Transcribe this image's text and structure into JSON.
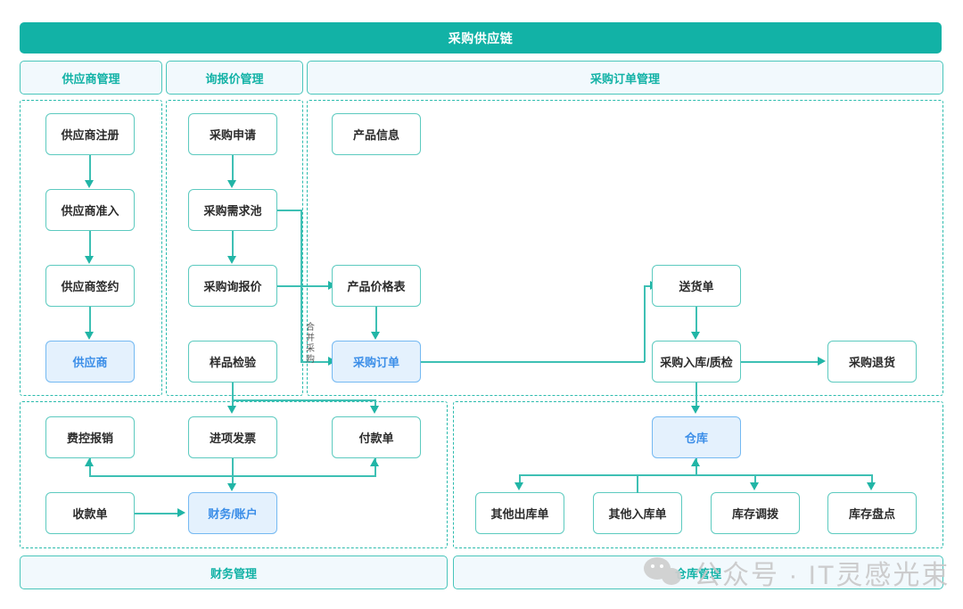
{
  "banner": {
    "title": "采购供应链"
  },
  "section_headers": [
    {
      "id": "supplier-mgmt",
      "label": "供应商管理"
    },
    {
      "id": "rfq-mgmt",
      "label": "询报价管理"
    },
    {
      "id": "po-mgmt",
      "label": "采购订单管理"
    }
  ],
  "section_footers": [
    {
      "id": "finance-mgmt",
      "label": "财务管理"
    },
    {
      "id": "warehouse-mgmt",
      "label": "仓库管理"
    }
  ],
  "nodes": {
    "supplier_register": "供应商注册",
    "supplier_access": "供应商准入",
    "supplier_contract": "供应商签约",
    "supplier": "供应商",
    "purchase_request": "采购申请",
    "demand_pool": "采购需求池",
    "rfq": "采购询报价",
    "sample_check": "样品检验",
    "product_info": "产品信息",
    "price_list": "产品价格表",
    "purchase_order": "采购订单",
    "delivery_note": "送货单",
    "inbound_qc": "采购入库/质检",
    "purchase_return": "采购退货",
    "expense_claim": "费控报销",
    "input_invoice": "进项发票",
    "payment_voucher": "付款单",
    "receipt_voucher": "收款单",
    "finance_account": "财务/账户",
    "warehouse": "仓库",
    "other_outbound": "其他出库单",
    "other_inbound": "其他入库单",
    "stock_transfer": "库存调拨",
    "stock_count": "库存盘点"
  },
  "edge_labels": {
    "merge_purchase": "合并采购"
  },
  "watermark": {
    "text": "公众号 · IT灵感光束"
  },
  "colors": {
    "banner_bg": "#12b2a6",
    "accent_teal": "#2bbbad",
    "node_border": "#5ccabf",
    "highlight_bg": "#e4f1fd",
    "highlight_border": "#74b9f2",
    "highlight_text": "#3b8ee8",
    "pill_bg": "#f2f9fd"
  }
}
